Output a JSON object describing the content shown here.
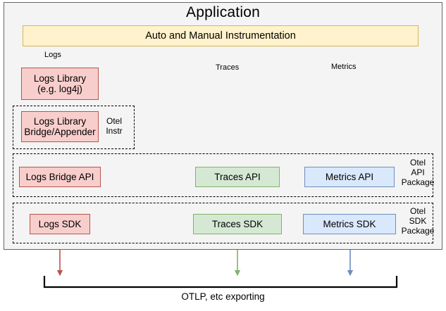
{
  "diagram": {
    "title": "Application",
    "colors": {
      "canvas_background": "#ffffff",
      "app_background": "#f4f4f4",
      "app_border": "#666666",
      "logs_fill": "#f8cecc",
      "logs_stroke": "#b85450",
      "traces_fill": "#d5e8d4",
      "traces_stroke": "#82b366",
      "metrics_fill": "#dae8fc",
      "metrics_stroke": "#6c8ebf",
      "instrumentation_fill": "#fff2cc",
      "instrumentation_stroke": "#d6b656",
      "bracket": "#000000"
    },
    "instrumentation": {
      "label": "Auto and Manual Instrumentation"
    },
    "signal_labels": {
      "logs": "Logs",
      "traces": "Traces",
      "metrics": "Metrics"
    },
    "nodes": {
      "logs_library": "Logs Library\n(e.g. log4j)",
      "logs_library_line1": "Logs Library",
      "logs_library_line2": "(e.g. log4j)",
      "logs_bridge_appender_line1": "Logs Library",
      "logs_bridge_appender_line2": "Bridge/Appender",
      "logs_bridge_api": "Logs Bridge API",
      "traces_api": "Traces API",
      "metrics_api": "Metrics API",
      "logs_sdk": "Logs SDK",
      "traces_sdk": "Traces SDK",
      "metrics_sdk": "Metrics SDK"
    },
    "groups": {
      "otel_instr": {
        "line1": "Otel",
        "line2": "Instr"
      },
      "otel_api_package": {
        "line1": "Otel",
        "line2": "API",
        "line3": "Package"
      },
      "otel_sdk_package": {
        "line1": "Otel",
        "line2": "SDK",
        "line3": "Package"
      }
    },
    "export": {
      "label": "OTLP, etc exporting"
    }
  }
}
